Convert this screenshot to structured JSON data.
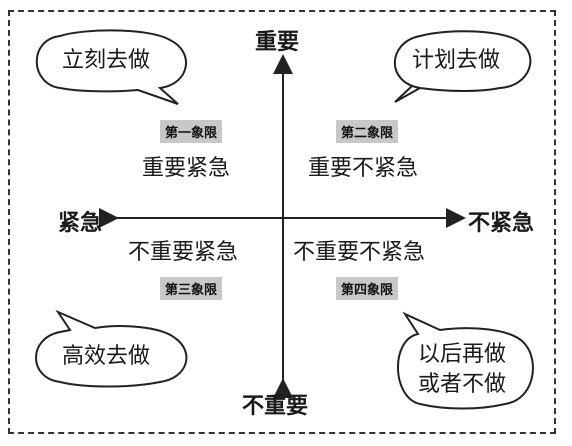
{
  "axes": {
    "top": "重要",
    "bottom": "不重要",
    "left": "紧急",
    "right": "不紧急"
  },
  "quadrants": {
    "q1": {
      "tag": "第一象限",
      "label": "重要紧急",
      "bubble": "立刻去做"
    },
    "q2": {
      "tag": "第二象限",
      "label": "重要不紧急",
      "bubble": "计划去做"
    },
    "q3": {
      "tag": "第三象限",
      "label": "不重要紧急",
      "bubble": "高效去做"
    },
    "q4": {
      "tag": "第四象限",
      "label": "不重要不紧急",
      "bubble_line1": "以后再做",
      "bubble_line2": "或者不做"
    }
  }
}
